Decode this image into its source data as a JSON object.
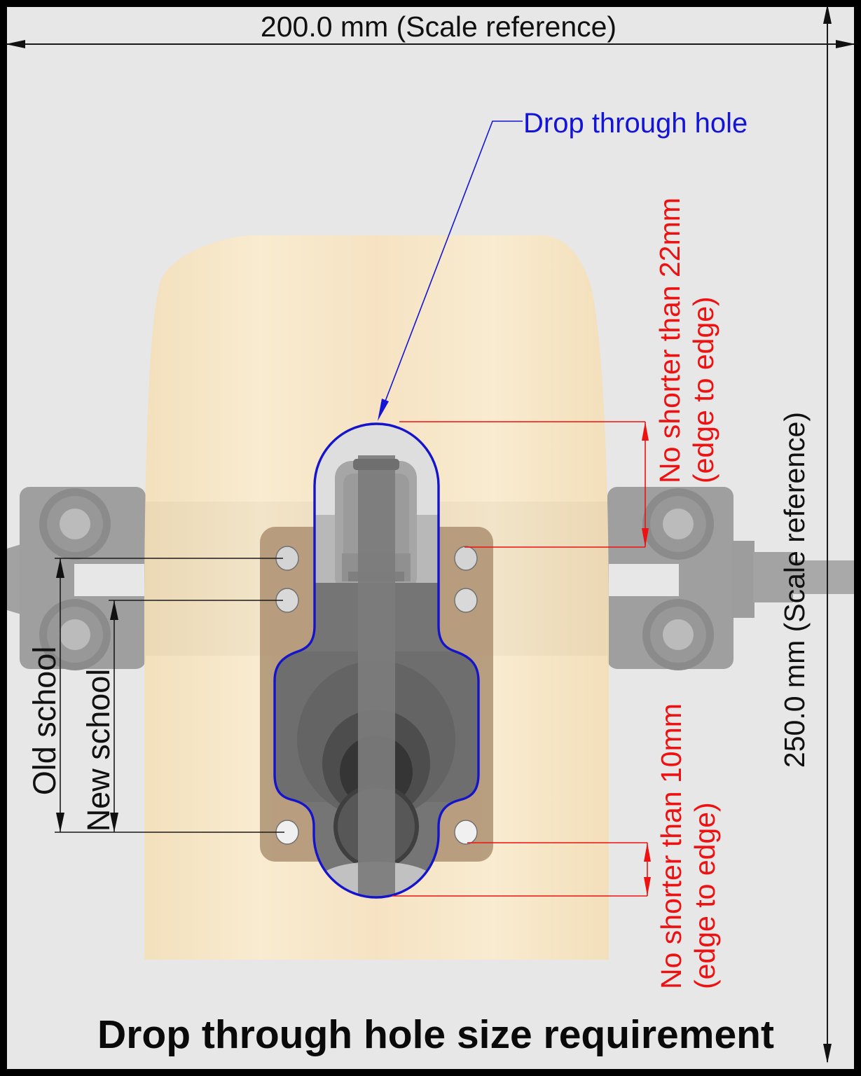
{
  "title": "Drop through hole size requirement",
  "scale_reference": {
    "horizontal": "200.0 mm (Scale reference)",
    "vertical": "250.0 mm (Scale reference)"
  },
  "hole_label": "Drop through hole",
  "requirements": {
    "top": {
      "line1": "No shorter than 22mm",
      "line2": "(edge to edge)"
    },
    "bottom": {
      "line1": "No shorter than 10mm",
      "line2": "(edge to edge)"
    }
  },
  "mount_patterns": {
    "old": "Old school",
    "new": "New school"
  },
  "colors": {
    "background": "#e7e7e7",
    "deck_wood": "#f8e6c4",
    "baseplate_brown": "#a98e6e",
    "truck_gray": "#9e9e9e",
    "hole_outline_blue": "#1414cc",
    "annotation_red": "#ee1111",
    "annotation_black": "#111111"
  }
}
